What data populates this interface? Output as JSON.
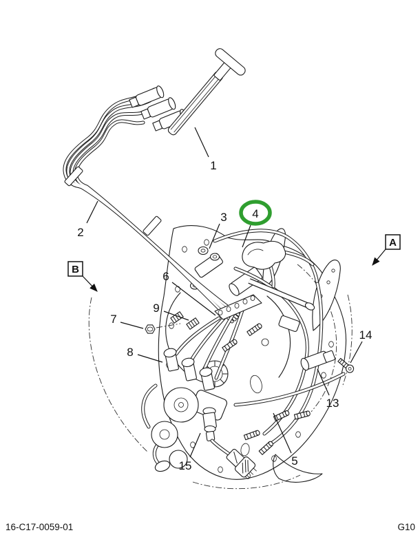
{
  "page": {
    "background": "#ffffff",
    "line_color": "#1a1a1a"
  },
  "footer": {
    "drawing_number": "16-C17-0059-01",
    "page_code": "G10"
  },
  "highlight": {
    "circled_callout": "4",
    "color": "#2f9e2f"
  },
  "callouts": {
    "c1": "1",
    "c2": "2",
    "c3": "3",
    "c4": "4",
    "c5": "5",
    "c6": "6",
    "c7": "7",
    "c8": "8",
    "c9": "9",
    "c13": "13",
    "c14": "14",
    "c15": "15"
  },
  "views": {
    "a": "A",
    "b": "B"
  }
}
